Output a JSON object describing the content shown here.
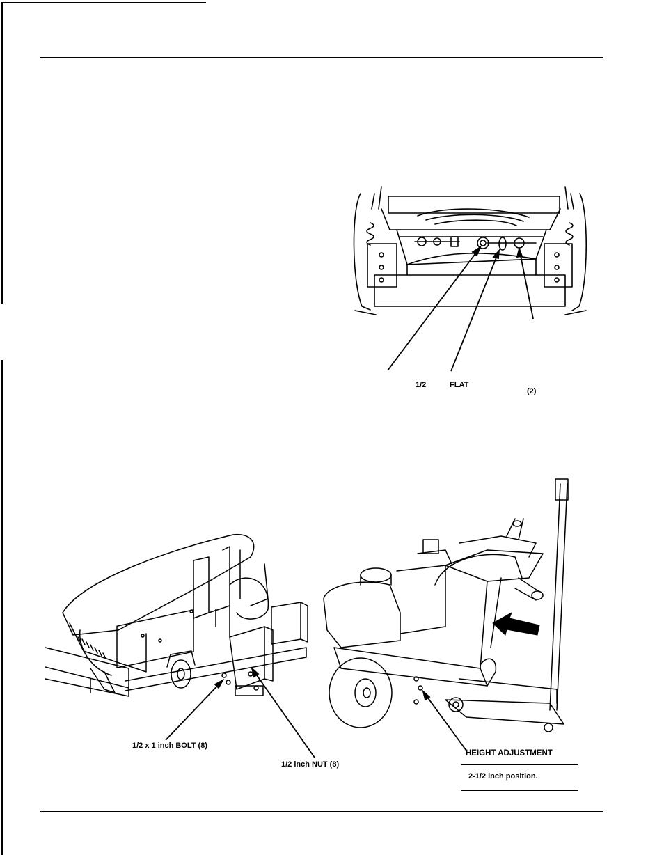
{
  "figure1": {
    "callouts": {
      "half_label": "1/2",
      "flat_label": "FLAT",
      "count_label": "(2)"
    }
  },
  "figure2": {
    "callouts": {
      "bolt": "1/2 x  1 inch BOLT (8)",
      "nut": "1/2 inch NUT (8)",
      "height_adjustment": "HEIGHT ADJUSTMENT",
      "position": "2-1/2 inch position."
    }
  }
}
